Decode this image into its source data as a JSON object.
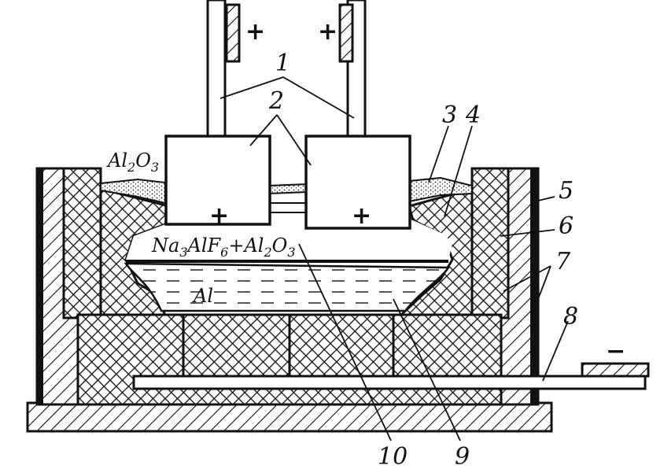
{
  "diagram": {
    "plus_sign": "+",
    "minus_sign": "−",
    "labels": {
      "n1": "1",
      "n2": "2",
      "n3": "3",
      "n4": "4",
      "n5": "5",
      "n6": "6",
      "n7": "7",
      "n8": "8",
      "n9": "9",
      "n10": "10"
    },
    "alumina": {
      "a": "Al",
      "s1": "2",
      "b": "O",
      "s2": "3"
    },
    "electrolyte": {
      "p1": "Na",
      "s1": "3",
      "p2": "AlF",
      "s2": "6",
      "p3": "+Al",
      "s3": "2",
      "p4": "O",
      "s4": "3"
    },
    "metal": "Al"
  }
}
